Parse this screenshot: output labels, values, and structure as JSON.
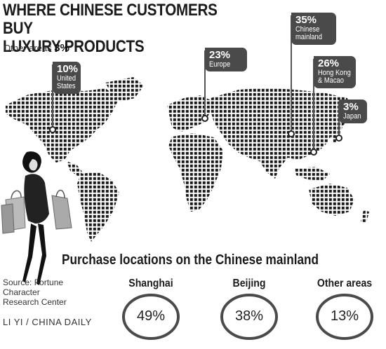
{
  "title_lines": [
    "WHERE CHINESE CUSTOMERS BUY",
    "LUXURY PRODUCTS"
  ],
  "other_areas": {
    "label": "Other areas",
    "value": "3%"
  },
  "chart_data": [
    {
      "type": "bar",
      "title": "WHERE CHINESE CUSTOMERS BUY LUXURY PRODUCTS",
      "categories": [
        "Chinese mainland",
        "Hong Kong & Macao",
        "Europe",
        "United States",
        "Japan",
        "Other areas"
      ],
      "values": [
        35,
        26,
        23,
        10,
        3,
        3
      ],
      "unit": "%"
    },
    {
      "type": "pie",
      "title": "Purchase locations on the Chinese mainland",
      "categories": [
        "Shanghai",
        "Beijing",
        "Other areas"
      ],
      "values": [
        49,
        38,
        13
      ],
      "unit": "%"
    }
  ],
  "flags": [
    {
      "id": "us",
      "pct": "10%",
      "place_lines": [
        "United",
        "States"
      ]
    },
    {
      "id": "europe",
      "pct": "23%",
      "place_lines": [
        "Europe"
      ]
    },
    {
      "id": "mainland",
      "pct": "35%",
      "place_lines": [
        "Chinese",
        "mainland"
      ]
    },
    {
      "id": "hk",
      "pct": "26%",
      "place_lines": [
        "Hong Kong",
        "& Macao"
      ]
    },
    {
      "id": "japan",
      "pct": "3%",
      "place_lines": [
        "Japan"
      ]
    }
  ],
  "mainland_title": "Purchase locations on the Chinese mainland",
  "cities": [
    {
      "name": "Shanghai",
      "value": "49%"
    },
    {
      "name": "Beijing",
      "value": "38%"
    },
    {
      "name": "Other areas",
      "value": "13%"
    }
  ],
  "source_lines": [
    "Source: Fortune",
    "Character",
    "Research Center"
  ],
  "credit": "LI YI / CHINA DAILY",
  "colors": {
    "flag": "#4a4a4a",
    "dots": "#1a1a1a",
    "ring": "#4a4a4a",
    "text": "#1a1a1a"
  }
}
